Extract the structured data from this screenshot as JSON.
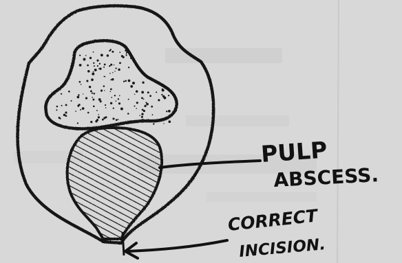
{
  "labels": {
    "pulp_line1": "PULP",
    "pulp_line2": "ABSCESS.",
    "incision_line1": "CORRECT",
    "incision_line2": "INCISION."
  },
  "colors": {
    "paper": "#d8d8d8",
    "ink": "#121212",
    "faint_print": "#b8b8b8"
  }
}
